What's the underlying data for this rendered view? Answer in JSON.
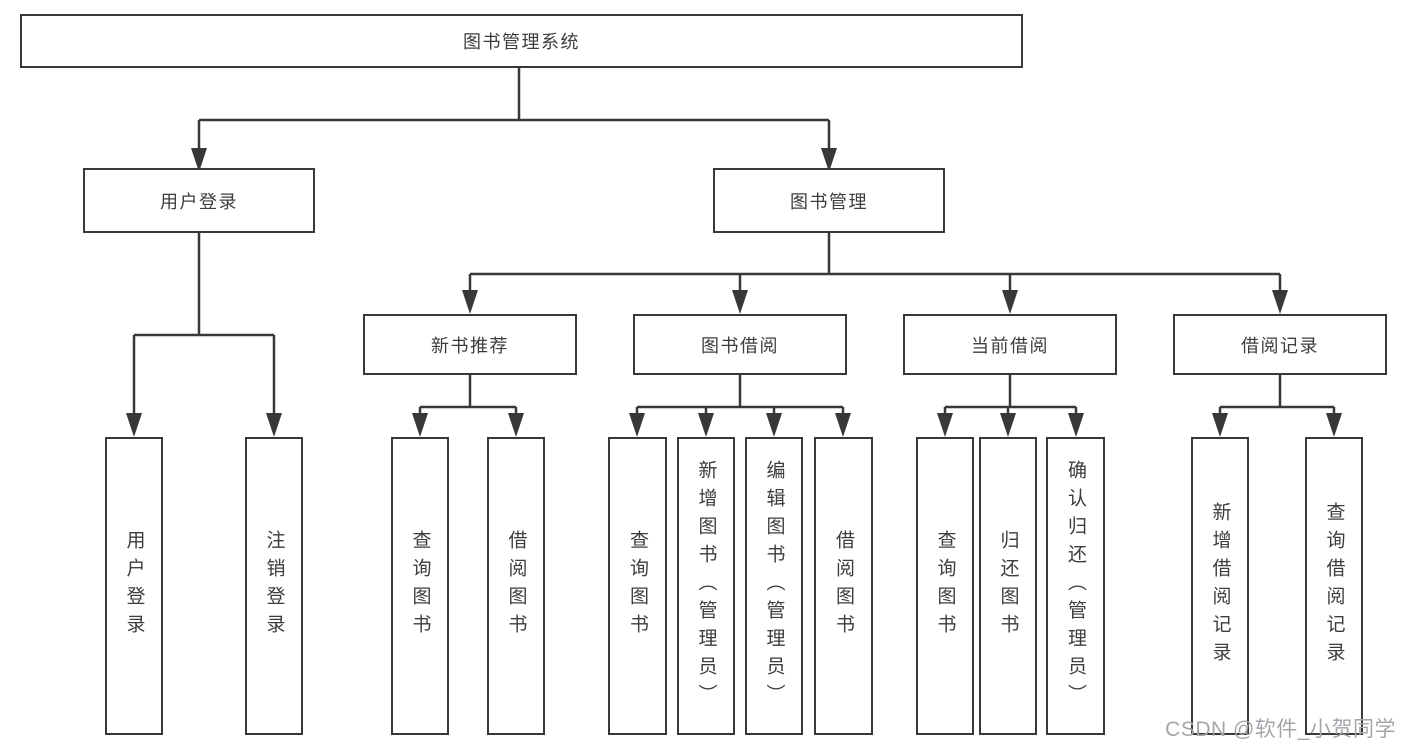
{
  "colors": {
    "line": "#383838",
    "box_border": "#383838",
    "box_fill": "#ffffff",
    "text": "#3d3d3d",
    "watermark": "#a5a5ab",
    "background": "#ffffff"
  },
  "watermark": {
    "text": "CSDN @软件_小贺同学"
  },
  "tree": {
    "label": "图书管理系统",
    "children": [
      {
        "label": "用户登录",
        "children": [
          {
            "label": "用户登录"
          },
          {
            "label": "注销登录"
          }
        ]
      },
      {
        "label": "图书管理",
        "children": [
          {
            "label": "新书推荐",
            "children": [
              {
                "label": "查询图书"
              },
              {
                "label": "借阅图书"
              }
            ]
          },
          {
            "label": "图书借阅",
            "children": [
              {
                "label": "查询图书"
              },
              {
                "label": "新增图书（管理员）"
              },
              {
                "label": "编辑图书（管理员）"
              },
              {
                "label": "借阅图书"
              }
            ]
          },
          {
            "label": "当前借阅",
            "children": [
              {
                "label": "查询图书"
              },
              {
                "label": "归还图书"
              },
              {
                "label": "确认归还（管理员）"
              }
            ]
          },
          {
            "label": "借阅记录",
            "children": [
              {
                "label": "新增借阅记录"
              },
              {
                "label": "查询借阅记录"
              }
            ]
          }
        ]
      }
    ]
  }
}
